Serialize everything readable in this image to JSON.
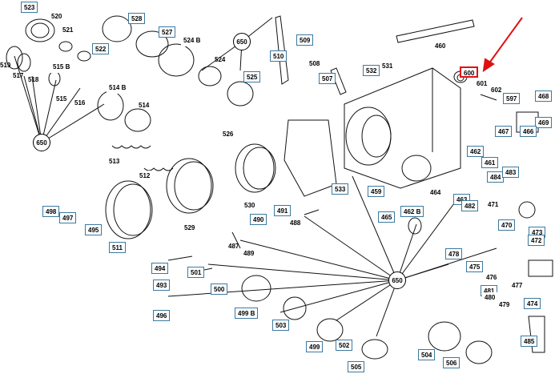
{
  "diagram_title": "",
  "highlight_color": "#e01010",
  "label_border_color": "#3a7aa0",
  "hubs": [
    "650",
    "650",
    "650"
  ],
  "boxed_parts": [
    "523",
    "528",
    "527",
    "524 B",
    "522",
    "525",
    "514 B",
    "515 B",
    "510",
    "509",
    "508",
    "507",
    "532",
    "531",
    "460",
    "600",
    "601",
    "602",
    "597",
    "468",
    "469",
    "466",
    "467",
    "526",
    "462",
    "461",
    "484",
    "483",
    "498",
    "497",
    "495",
    "512",
    "511",
    "490",
    "491",
    "488",
    "533",
    "459",
    "464",
    "463",
    "482",
    "471",
    "465",
    "462 B",
    "501",
    "494",
    "493",
    "475",
    "478",
    "477",
    "476",
    "470",
    "473",
    "472",
    "474",
    "481",
    "480",
    "479",
    "500",
    "496",
    "499 B",
    "503",
    "502",
    "499",
    "504",
    "506",
    "505",
    "485"
  ],
  "plain_parts": [
    "520",
    "521",
    "519",
    "517",
    "518",
    "515",
    "516",
    "514",
    "513",
    "524",
    "529",
    "530",
    "487",
    "489"
  ]
}
